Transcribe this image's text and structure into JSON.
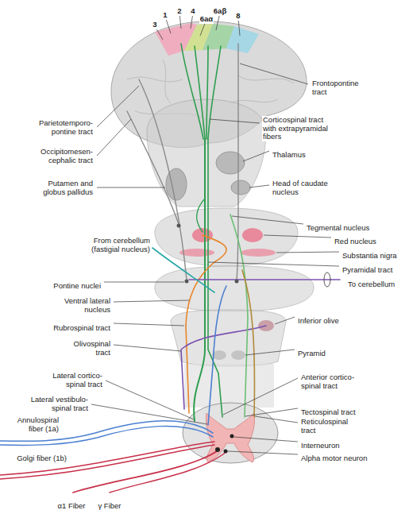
{
  "diagram": {
    "labels": [
      "3",
      "1",
      "2",
      "4",
      "6aα",
      "6aβ",
      "8",
      "Frontopontine tract",
      "Parietotemporo- pontine tract",
      "Corticospinal tract with extrapyramidal fibers",
      "Thalamus",
      "Occipitomesen- cephalic tract",
      "Putamen and globus pallidus",
      "Head of caudate nucleus",
      "Tegmental nucleus",
      "Red nucleus",
      "Substantia nigra",
      "Pyramidal tract",
      "From cerebellum (fastigial nucleus)",
      "Pontine nuclei",
      "To cerebellum",
      "Ventral lateral nucleus",
      "Rubrospinal tract",
      "Inferior olive",
      "Olivospinal tract",
      "Pyramid",
      "Lateral cortico- spinal tract",
      "Anterior cortico- spinal tract",
      "Lateral vestibulo- spinal tract",
      "Tectospinal tract",
      "Annulospiral fiber (1a)",
      "Reticulospinal tract",
      "Golgi fiber (1b)",
      "Interneuron",
      "Alpha motor neuron",
      "α1 Fiber",
      "γ Fiber"
    ]
  }
}
